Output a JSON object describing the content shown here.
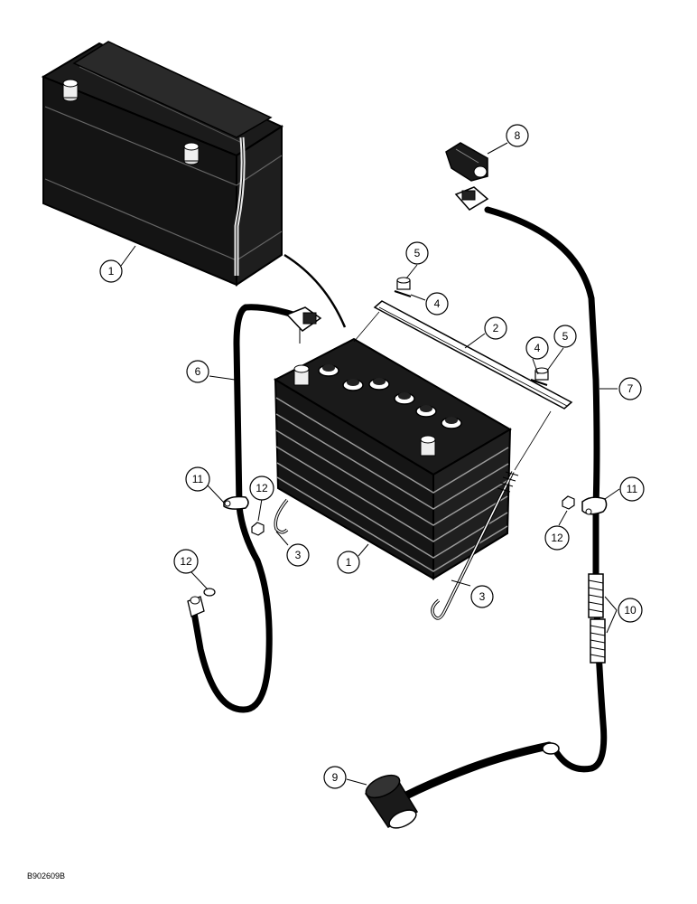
{
  "figure_id": "B902609B",
  "callouts": [
    {
      "id": "c1a",
      "label": "1"
    },
    {
      "id": "c1b",
      "label": "1"
    },
    {
      "id": "c2",
      "label": "2"
    },
    {
      "id": "c3a",
      "label": "3"
    },
    {
      "id": "c3b",
      "label": "3"
    },
    {
      "id": "c4a",
      "label": "4"
    },
    {
      "id": "c4b",
      "label": "4"
    },
    {
      "id": "c5a",
      "label": "5"
    },
    {
      "id": "c5b",
      "label": "5"
    },
    {
      "id": "c6",
      "label": "6"
    },
    {
      "id": "c7",
      "label": "7"
    },
    {
      "id": "c8",
      "label": "8"
    },
    {
      "id": "c9",
      "label": "9"
    },
    {
      "id": "c10",
      "label": "10"
    },
    {
      "id": "c11a",
      "label": "11"
    },
    {
      "id": "c11b",
      "label": "11"
    },
    {
      "id": "c12a",
      "label": "12"
    },
    {
      "id": "c12b",
      "label": "12"
    },
    {
      "id": "c12c",
      "label": "12"
    }
  ]
}
